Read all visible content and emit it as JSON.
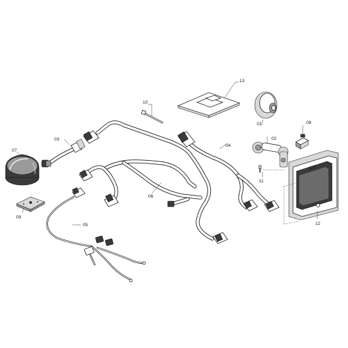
{
  "callouts": {
    "c01": "01",
    "c02": "02",
    "c03": "03",
    "c04": "04",
    "c05": "05",
    "c06": "06",
    "c07": "07",
    "c08": "08",
    "c09": "09",
    "c10": "10",
    "c11": "11",
    "c12": "12",
    "c13": "13"
  },
  "icons": {
    "dome-antenna": "gps-antenna-icon",
    "suction-mount": "suction-cup-icon",
    "ball-arm": "ram-arm-icon",
    "display": "display-terminal-icon",
    "manual": "instruction-sheet-icon"
  }
}
